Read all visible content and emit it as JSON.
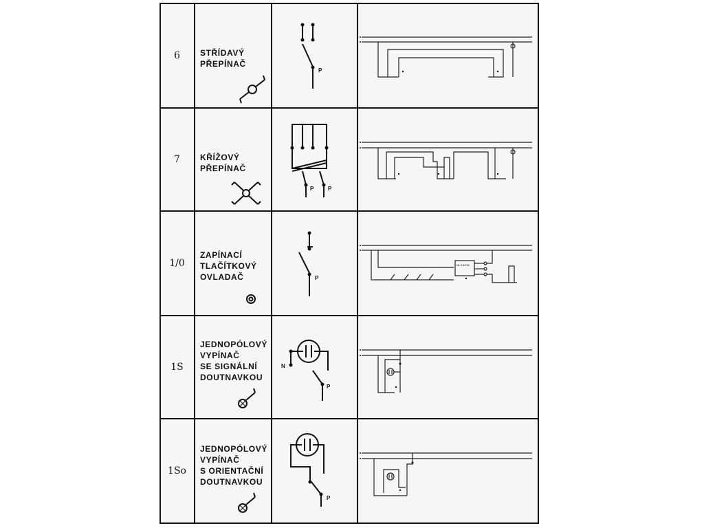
{
  "header_faint": "",
  "rows": [
    {
      "code": "6",
      "name": "STŘÍDAVÝ\nPŘEPÍNAČ",
      "pole_label": "P"
    },
    {
      "code": "7",
      "name": "KŘÍŽOVÝ\nPŘEPÍNAČ",
      "pole_label": "P"
    },
    {
      "code": "1/0",
      "name": "ZAPÍNACÍ\nTLAČÍTKOVÝ\nOVLADAČ",
      "pole_label": "P"
    },
    {
      "code": "1S",
      "name": "JEDNOPÓLOVÝ\nVYPÍNAČ\nSE SIGNÁLNÍ\nDOUTNAVKOU",
      "pole_label": "P",
      "neutral_label": "N"
    },
    {
      "code": "1So",
      "name": "JEDNOPÓLOVÝ\nVYPÍNAČ\nS ORIENTAČNÍ\nDOUTNAVKOU",
      "pole_label": "P"
    }
  ],
  "symbols": {
    "6": "two-way-switch-icon",
    "7": "cross-switch-icon",
    "1/0": "push-button-icon",
    "1S": "switch-signal-lamp-icon",
    "1So": "switch-orientation-lamp-icon"
  },
  "colors": {
    "ink": "#111111",
    "paper": "#f6f6f4"
  }
}
